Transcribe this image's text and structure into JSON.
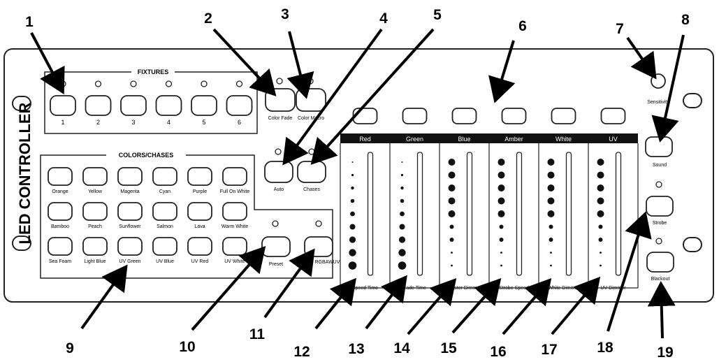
{
  "panel": {
    "brand_label": "LED CONTROLLER",
    "fixtures": {
      "heading": "FIXTURES",
      "buttons": [
        "1",
        "2",
        "3",
        "4",
        "5",
        "6"
      ]
    },
    "color_fade_label": "Color Fade",
    "color_macro_label": "Color Macro",
    "colors_chases": {
      "heading": "COLORS/CHASES",
      "row1": [
        "Orange",
        "Yellow",
        "Magenta",
        "Cyan",
        "Purple",
        "Full On White"
      ],
      "row2": [
        "Bamboo",
        "Peach",
        "Sunflower",
        "Salmon",
        "Lava",
        "Warm White"
      ],
      "row3": [
        "Sea Foam",
        "Light Blue",
        "UV Green",
        "UV Blue",
        "UV Red",
        "UV White"
      ]
    },
    "preset_label": "Preset",
    "manual_label": "Manual RGBAWUV",
    "auto_label": "Auto",
    "chases_label": "Chases",
    "channels": [
      "Red",
      "Green",
      "Blue",
      "Amber",
      "White",
      "UV"
    ],
    "fader_labels": [
      "Speed Time",
      "Fade Time",
      "Master Dimmer",
      "Strobe Speed",
      "White Dimmer",
      "UV Dimmer"
    ],
    "sensitivity_label": "Sensitivity",
    "sound_label": "Sound",
    "strobe_label": "Strobe",
    "blackout_label": "Blackout"
  },
  "callouts": [
    "1",
    "2",
    "3",
    "4",
    "5",
    "6",
    "7",
    "8",
    "9",
    "10",
    "11",
    "12",
    "13",
    "14",
    "15",
    "16",
    "17",
    "18",
    "19"
  ]
}
